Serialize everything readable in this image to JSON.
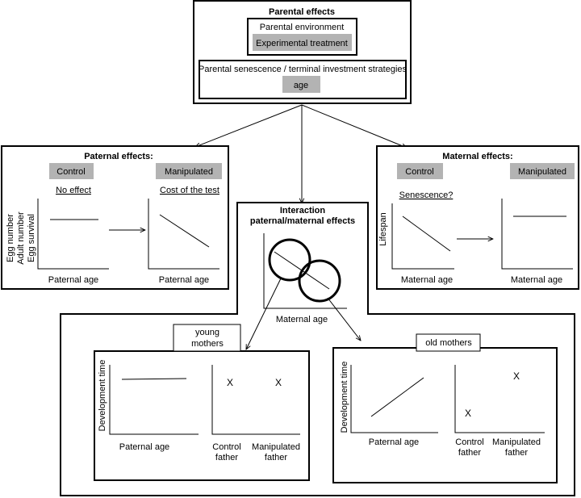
{
  "parental": {
    "title": "Parental effects",
    "environment": "Parental environment",
    "treatment": "Experimental treatment",
    "senescence": "Parental senescence / terminal investment strategies",
    "age": "age"
  },
  "paternal": {
    "title": "Paternal effects:",
    "control": "Control",
    "manipulated": "Manipulated",
    "no_effect": "No effect",
    "cost": "Cost of the test",
    "ylabel_1": "Egg number",
    "ylabel_2": "Adult number",
    "ylabel_3": "Egg survival",
    "xlabel_left": "Paternal age",
    "xlabel_right": "Paternal age"
  },
  "maternal": {
    "title": "Maternal effects:",
    "control": "Control",
    "manipulated": "Manipulated",
    "senescence": "Senescence?",
    "ylabel": "Lifespan",
    "xlabel_left": "Maternal age",
    "xlabel_right": "Maternal age"
  },
  "interaction": {
    "title_1": "Interaction",
    "title_2": "paternal/maternal effects",
    "xlabel": "Maternal age"
  },
  "young": {
    "label_1": "young",
    "label_2": "mothers",
    "ylabel": "Development time",
    "xlabel": "Paternal age",
    "marker": "X",
    "control_1": "Control",
    "control_2": "father",
    "manip_1": "Manipulated",
    "manip_2": "father"
  },
  "old": {
    "label": "old mothers",
    "ylabel": "Development time",
    "xlabel": "Paternal age",
    "marker": "X",
    "control_1": "Control",
    "control_2": "father",
    "manip_1": "Manipulated",
    "manip_2": "father"
  },
  "colors": {
    "label_fill": "#b3b3b3",
    "stroke": "#000000"
  }
}
